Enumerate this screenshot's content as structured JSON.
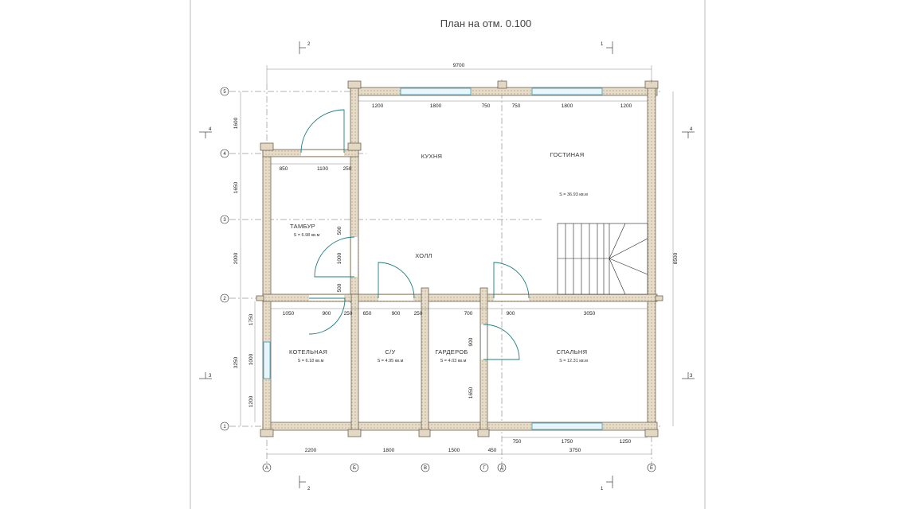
{
  "title": "План на отм. 0.100",
  "section_marks": {
    "top_left": "2",
    "top_right": "1",
    "left_upper": "4",
    "left_lower": "3",
    "right_upper": "4",
    "right_lower": "3",
    "bottom_left": "2",
    "bottom_right": "1"
  },
  "overall": {
    "width": "9700",
    "depth": "8500"
  },
  "dims_top": [
    "1200",
    "1800",
    "750",
    "750",
    "1800",
    "1200"
  ],
  "dims_tambur": [
    "850",
    "1100",
    "250"
  ],
  "dims_mid": [
    "1050",
    "900",
    "250",
    "650",
    "900",
    "250",
    "700",
    "900",
    "3050"
  ],
  "dims_bottom_chain": [
    "2200",
    "1800",
    "1500",
    "450",
    "3750"
  ],
  "dims_bottom_window": [
    "750",
    "1750",
    "1250"
  ],
  "dims_left": [
    "1600",
    "1650",
    "2000",
    "3250"
  ],
  "dims_left_window": [
    "1750",
    "1000",
    "1200"
  ],
  "dims_inner": [
    "500",
    "1000",
    "500",
    "900",
    "1650"
  ],
  "rooms": {
    "kitchen": {
      "name": "КУХНЯ"
    },
    "living": {
      "name": "ГОСТИНАЯ",
      "area": "S = 36.93 кв.м"
    },
    "tambur": {
      "name": "ТАМБУР",
      "area": "S = 6.98 кв.м"
    },
    "hall": {
      "name": "ХОЛЛ"
    },
    "boiler": {
      "name": "КОТЕЛЬНАЯ",
      "area": "S = 6.18 кв.м"
    },
    "bath": {
      "name": "С/У",
      "area": "S = 4.95 кв.м"
    },
    "wardrobe": {
      "name": "ГАРДЕРОБ",
      "area": "S = 4.03 кв.м"
    },
    "bedroom": {
      "name": "СПАЛЬНЯ",
      "area": "S = 12.31 кв.м"
    }
  },
  "axes_rows": [
    "5",
    "4",
    "3",
    "2",
    "1"
  ],
  "axes_cols": [
    "А",
    "Б",
    "В",
    "Г",
    "Д",
    "Е"
  ]
}
